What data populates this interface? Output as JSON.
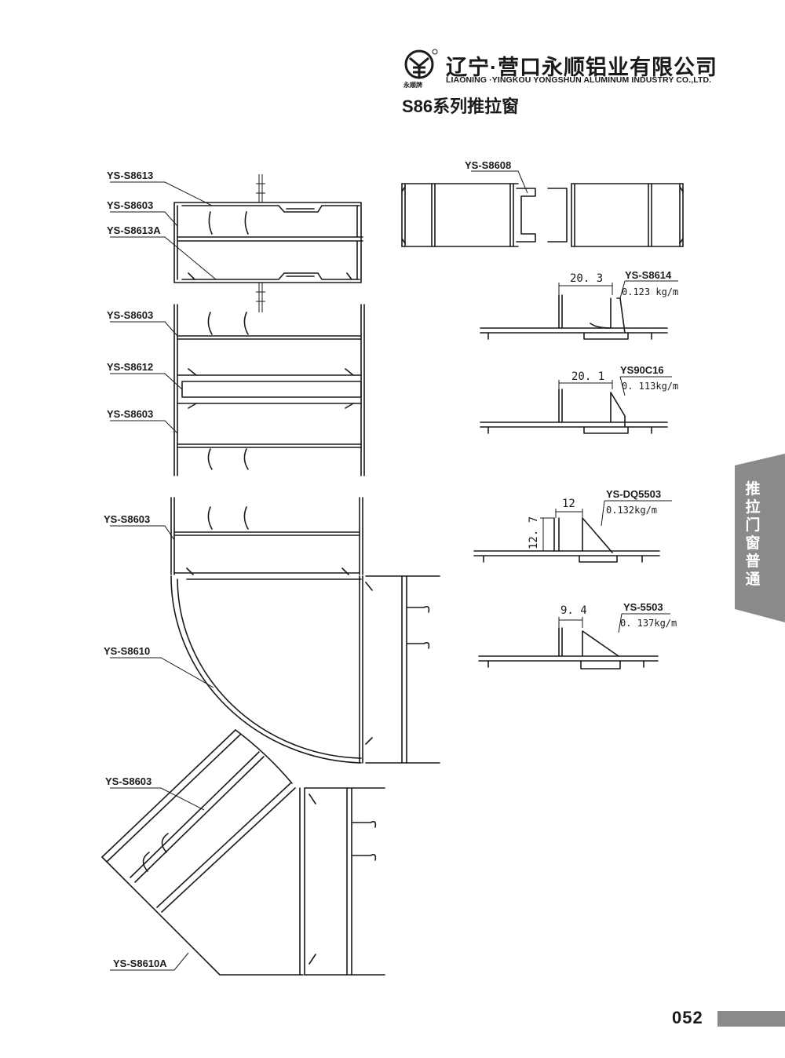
{
  "header": {
    "company_cn": "辽宁·营口永顺铝业有限公司",
    "company_en": "LIAONING ·YINGKOU YONGSHUN ALUMINUM INDUSTRY CO.,LTD.",
    "logo_small_text": "永顺牌"
  },
  "series_title": "S86系列推拉窗",
  "side_tab": {
    "text": "推拉门窗普通"
  },
  "page_number": "052",
  "labels": {
    "s8613": "YS-S8613",
    "s8603_a": "YS-S8603",
    "s8613a": "YS-S8613A",
    "s8603_b": "YS-S8603",
    "s8612": "YS-S8612",
    "s8603_c": "YS-S8603",
    "s8603_d": "YS-S8603",
    "s8610": "YS-S8610",
    "s8603_e": "YS-S8603",
    "s8610a": "YS-S8610A",
    "s8608": "YS-S8608"
  },
  "profiles": [
    {
      "code": "YS-S8614",
      "dimension": "20. 3",
      "weight": "0.123 kg/m"
    },
    {
      "code": "YS90C16",
      "dimension": "20. 1",
      "weight": "0. 113kg/m"
    },
    {
      "code": "YS-DQ5503",
      "dimension": "12",
      "dimension_v": "12. 7",
      "weight": "0.132kg/m"
    },
    {
      "code": "YS-5503",
      "dimension": "9. 4",
      "weight": "0. 137kg/m"
    }
  ],
  "colors": {
    "line": "#1a1a1a",
    "tab": "#8a8a8a"
  }
}
